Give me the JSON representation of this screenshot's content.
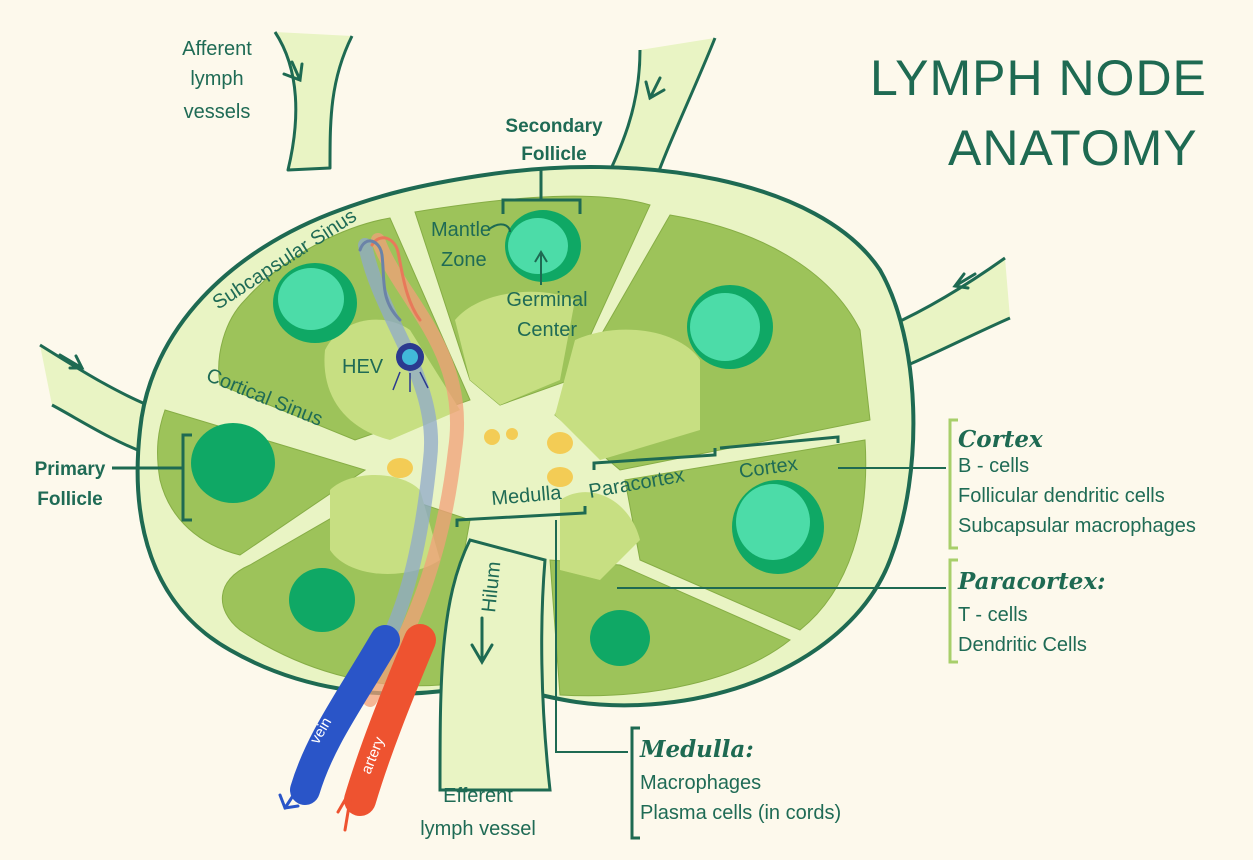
{
  "title": {
    "line1": "LYMPH NODE",
    "line2": "ANATOMY"
  },
  "labels": {
    "afferent": [
      "Afferent",
      "lymph",
      "vessels"
    ],
    "secondary_follicle": [
      "Secondary",
      "Follicle"
    ],
    "mantle_zone": [
      "Mantle",
      "Zone"
    ],
    "germinal_center": [
      "Germinal",
      "Center"
    ],
    "subcapsular_sinus": "Subcapsular Sinus",
    "hev": "HEV",
    "cortical_sinus": "Cortical Sinus",
    "primary_follicle": [
      "Primary",
      "Follicle"
    ],
    "medulla": "Medulla",
    "paracortex": "Paracortex",
    "cortex": "Cortex",
    "hilum": "Hilum",
    "vein": "vein",
    "artery": "artery",
    "efferent": [
      "Efferent",
      "lymph vessel"
    ]
  },
  "legend": {
    "cortex": {
      "heading": "Cortex",
      "items": [
        "B - cells",
        "Follicular dendritic cells",
        "Subcapsular macrophages"
      ]
    },
    "paracortex": {
      "heading": "Paracortex:",
      "items": [
        "T - cells",
        "Dendritic Cells"
      ]
    },
    "medulla": {
      "heading": "Medulla:",
      "items": [
        "Macrophages",
        "Plasma cells (in cords)"
      ]
    }
  },
  "colors": {
    "background": "#fdf9ec",
    "outline": "#1e6a52",
    "sinus": "#e9f4c4",
    "cortex_lobe": "#9dc35a",
    "paracortex": "#c7df82",
    "follicle_dark": "#0fa865",
    "follicle_light": "#4cdca8",
    "vein": "#2a55c8",
    "artery": "#ee5330",
    "macrophage": "#f5c84a"
  }
}
